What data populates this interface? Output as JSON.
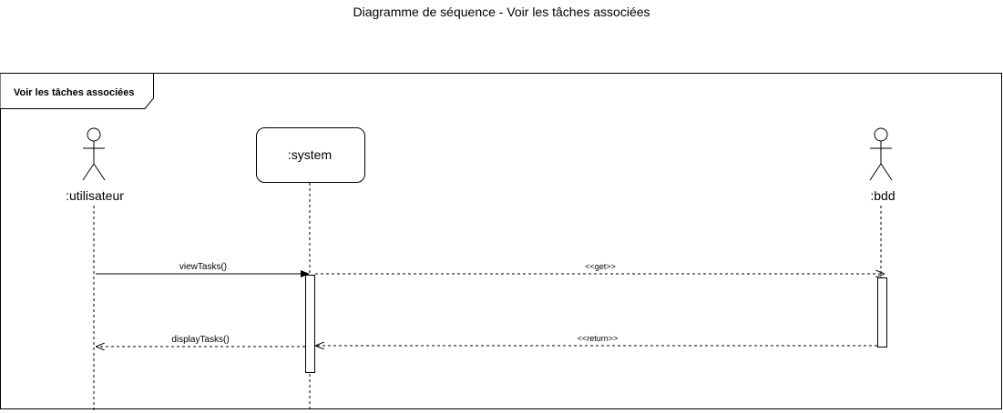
{
  "diagram": {
    "title": "Diagramme de séquence - Voir les tâches associées",
    "frame_label": "Voir les tâches associées",
    "participants": {
      "user": ":utilisateur",
      "system": ":system",
      "db": ":bdd"
    },
    "messages": {
      "m1": "viewTasks()",
      "m2": "<<get>>",
      "m3": "<<return>>",
      "m4": "displayTasks()"
    },
    "colors": {
      "line": "#000000",
      "background": "#ffffff"
    }
  }
}
